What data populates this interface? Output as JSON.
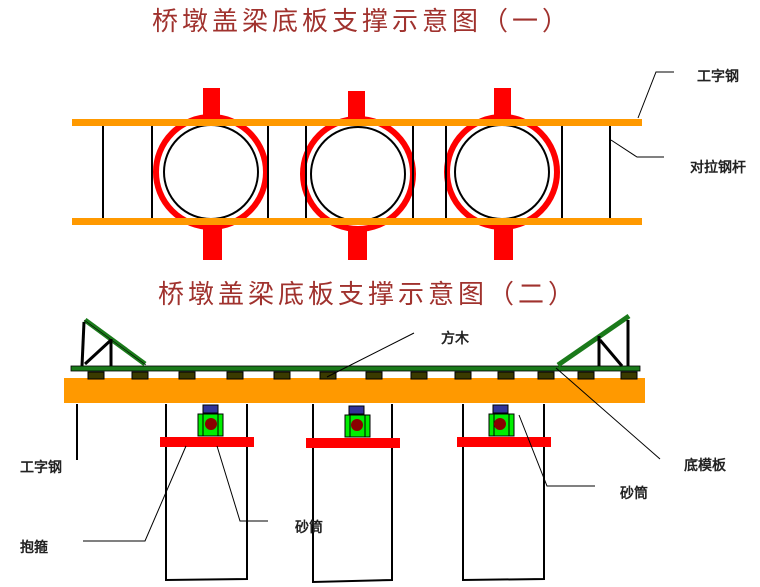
{
  "diagram1": {
    "title": "桥墩盖梁底板支撑示意图（一）",
    "labels": {
      "i_beam": "工字钢",
      "tie_rod": "对拉钢杆"
    }
  },
  "diagram2": {
    "title": "桥墩盖梁底板支撑示意图（二）",
    "labels": {
      "timber": "方木",
      "i_beam": "工字钢",
      "bottom_formwork": "底模板",
      "sand_cylinder_right": "砂筒",
      "sand_cylinder_left": "砂筒",
      "hoop": "抱箍"
    }
  },
  "colors": {
    "title": "#a0322e",
    "i_beam": "#ff9900",
    "hoop_red": "#ff0000",
    "formwork_green": "#1a7a1a",
    "timber_block": "#3a3a00",
    "sand_green": "#00ee00",
    "jack_blue": "#333399",
    "sand_core": "#8b0000"
  }
}
